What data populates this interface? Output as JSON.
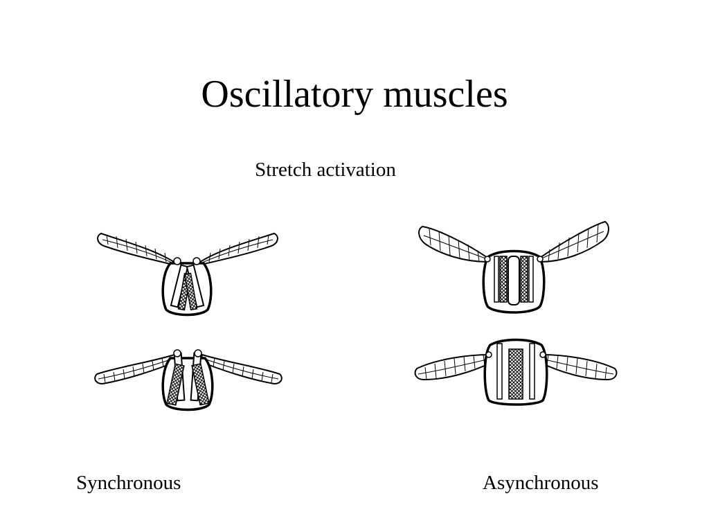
{
  "slide": {
    "title": "Oscillatory muscles",
    "subtitle": "Stretch activation",
    "labels": {
      "synchronous": "Synchronous",
      "asynchronous": "Asynchronous"
    }
  }
}
